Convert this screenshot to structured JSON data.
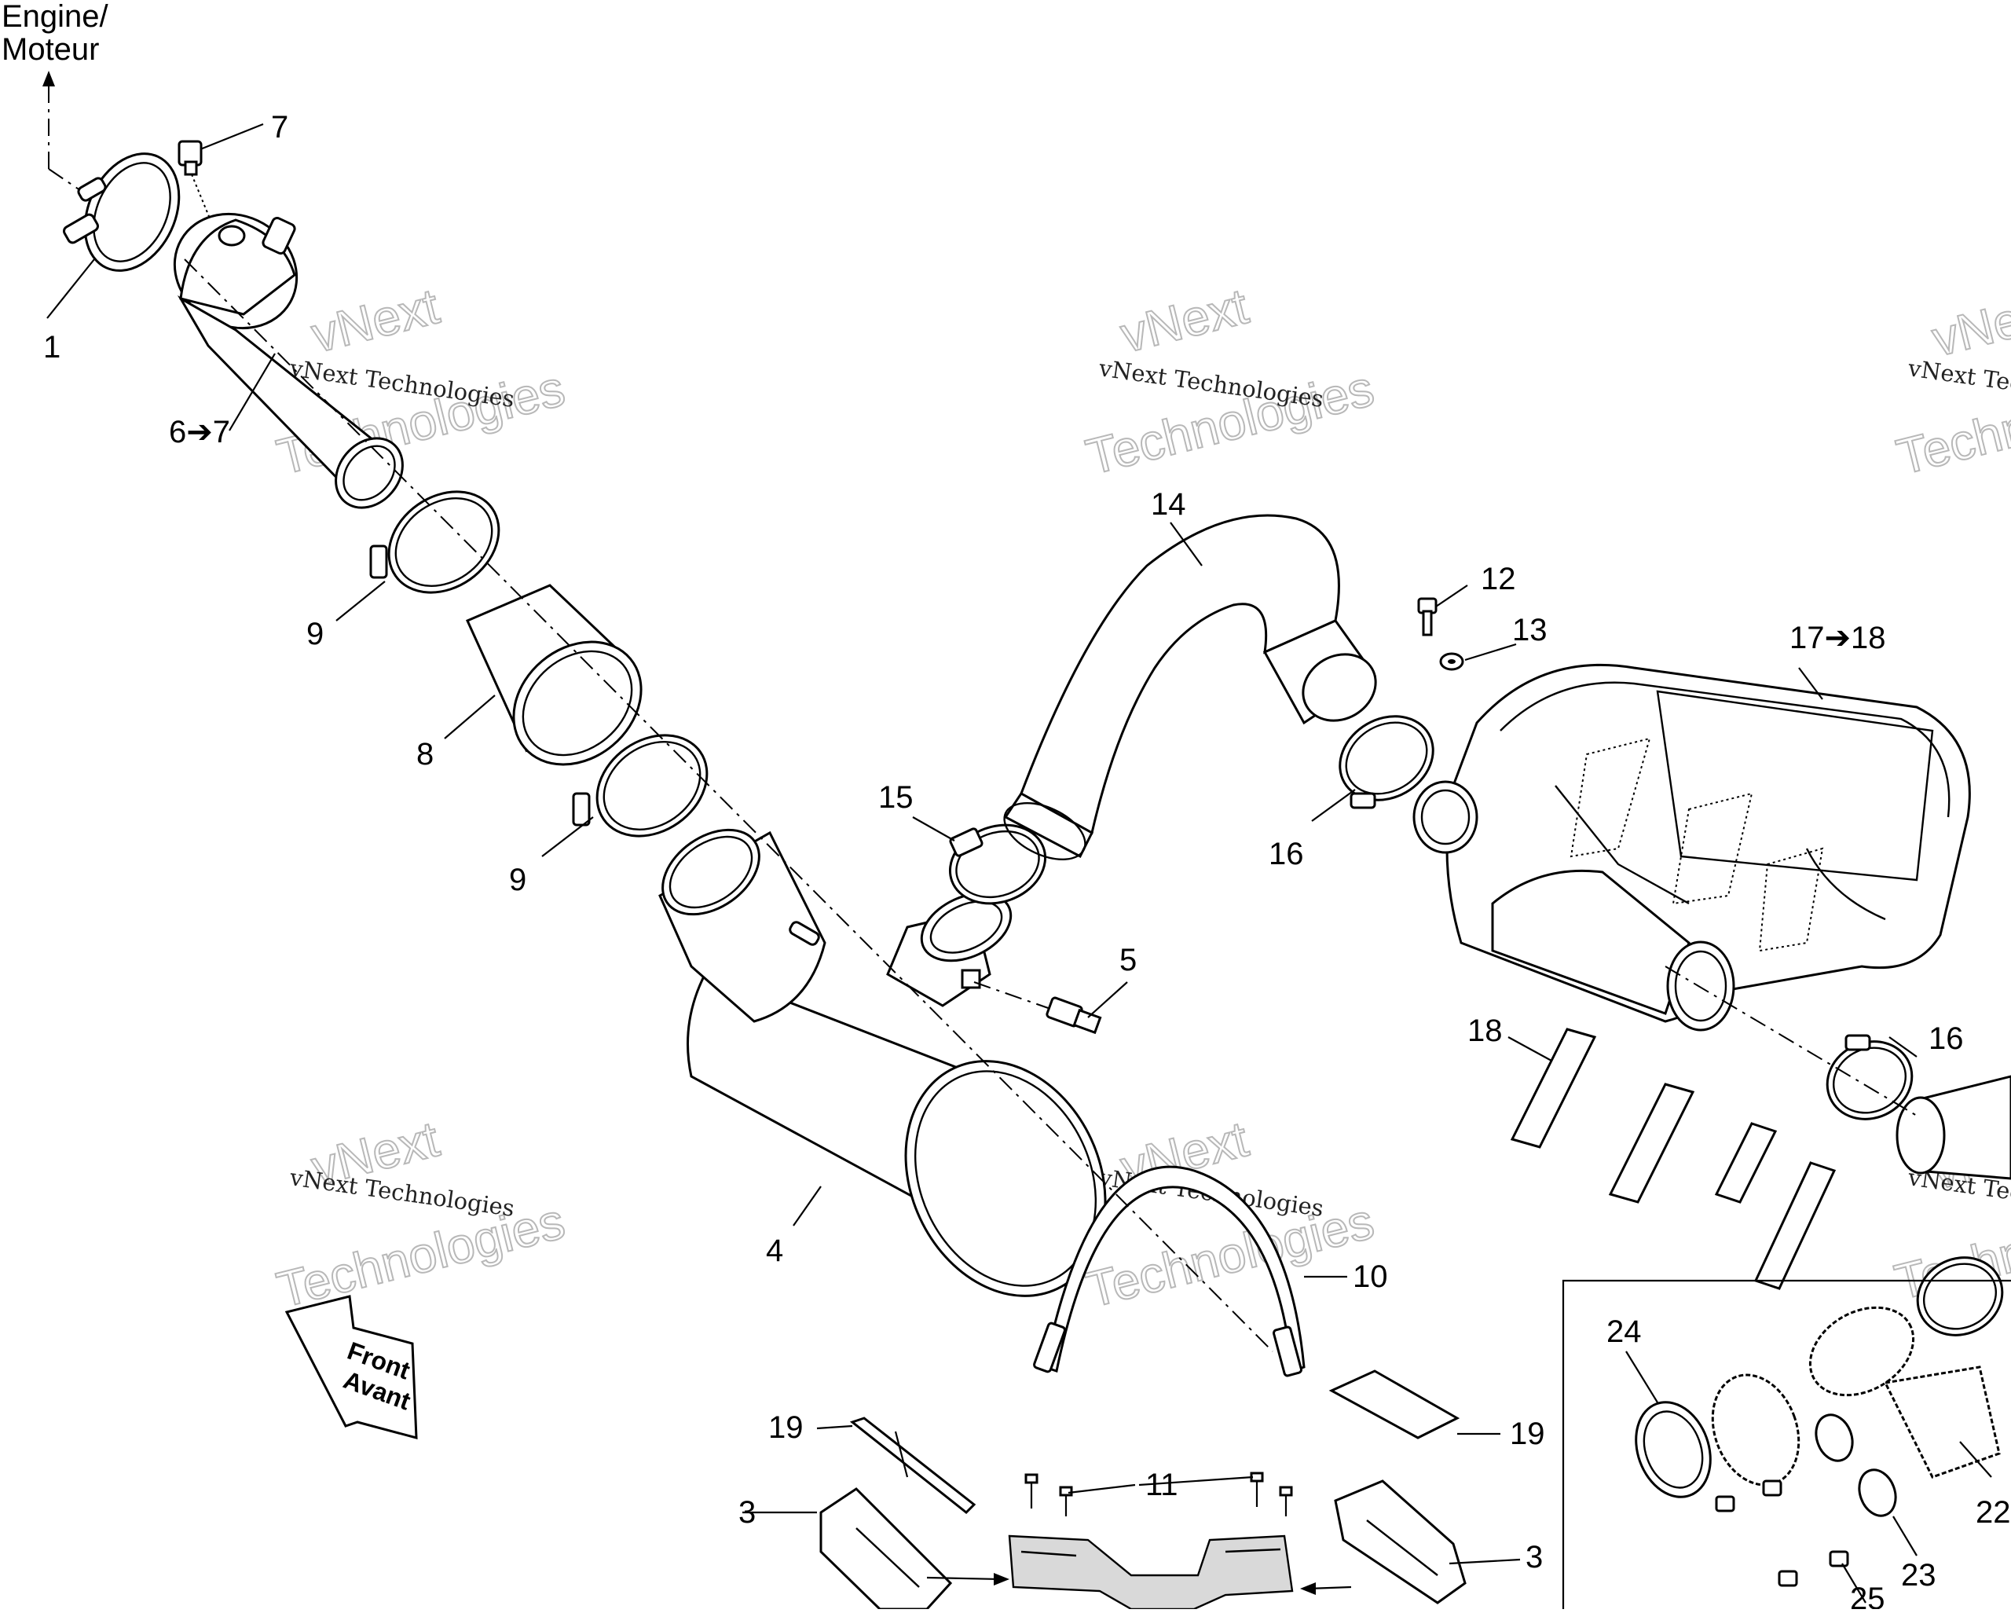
{
  "diagram": {
    "engine_label_line1": "Engine/",
    "engine_label_line2": "Moteur",
    "front_label_line1": "Front",
    "front_label_line2": "Avant",
    "callouts": [
      "1",
      "7",
      "6➔7",
      "9",
      "8",
      "9",
      "4",
      "15",
      "5",
      "14",
      "12",
      "13",
      "16",
      "17➔18",
      "18",
      "16",
      "10",
      "19",
      "11",
      "19",
      "3",
      "3",
      "24",
      "22",
      "23",
      "25"
    ],
    "watermark_brand": "vNext Technologies",
    "watermark_word1": "vNext",
    "watermark_word2": "Technologies"
  }
}
